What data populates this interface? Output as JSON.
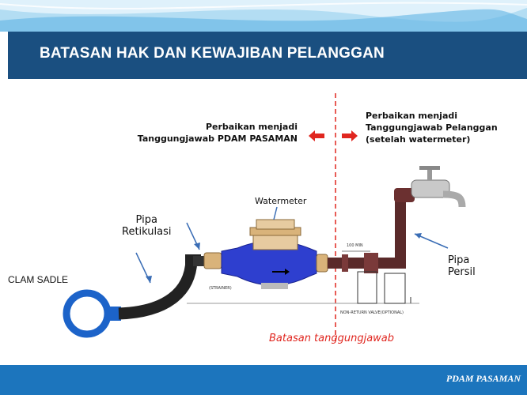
{
  "header": {
    "title": "BATASAN HAK DAN KEWAJIBAN PELANGGAN"
  },
  "diagram": {
    "left_note": {
      "line1": "Perbaikan menjadi",
      "line2": "Tanggungjawab PDAM  PASAMAN"
    },
    "right_note": {
      "line1": "Perbaikan menjadi",
      "line2": "Tanggungjawab Pelanggan",
      "line3": "(setelah watermeter)"
    },
    "watermeter": "Watermeter",
    "pipa_retikulasi": {
      "line1": "Pipa",
      "line2": "Retikulasi"
    },
    "clam_sadle": "CLAM SADLE",
    "pipa_persil": {
      "line1": "Pipa",
      "line2": "Persil"
    },
    "boundary": "Batasan tanggungjawab",
    "small_labels": {
      "strainer": "(STRAINER)",
      "valve": "NON-RETURN VALVE(OPTIONAL)",
      "dim": "100 MIN"
    },
    "colors": {
      "boundary_line": "#e0261f",
      "arrow": "#e0261f",
      "meter": "#2e3fcf",
      "pipe_dark": "#222222",
      "pipe_brown": "#5a2a2a"
    }
  },
  "footer": {
    "brand": "PDAM PASAMAN"
  }
}
